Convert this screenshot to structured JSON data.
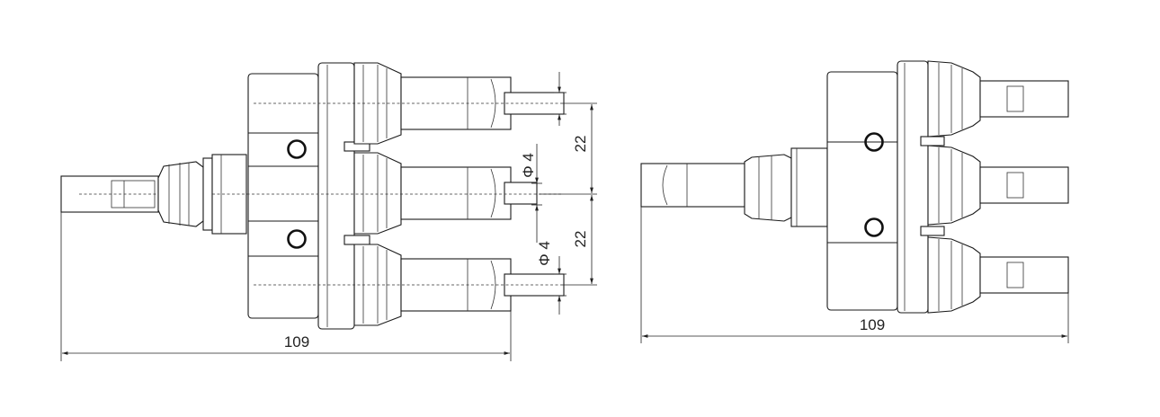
{
  "dimensions": {
    "left_length": "109",
    "left_pitch_upper": "22",
    "left_pitch_lower": "22",
    "left_pin_dia_upper": "Φ 4",
    "left_pin_dia_lower": "Φ 4",
    "right_length": "109"
  },
  "colors": {
    "line": "#1a1a1a",
    "background": "#ffffff"
  }
}
